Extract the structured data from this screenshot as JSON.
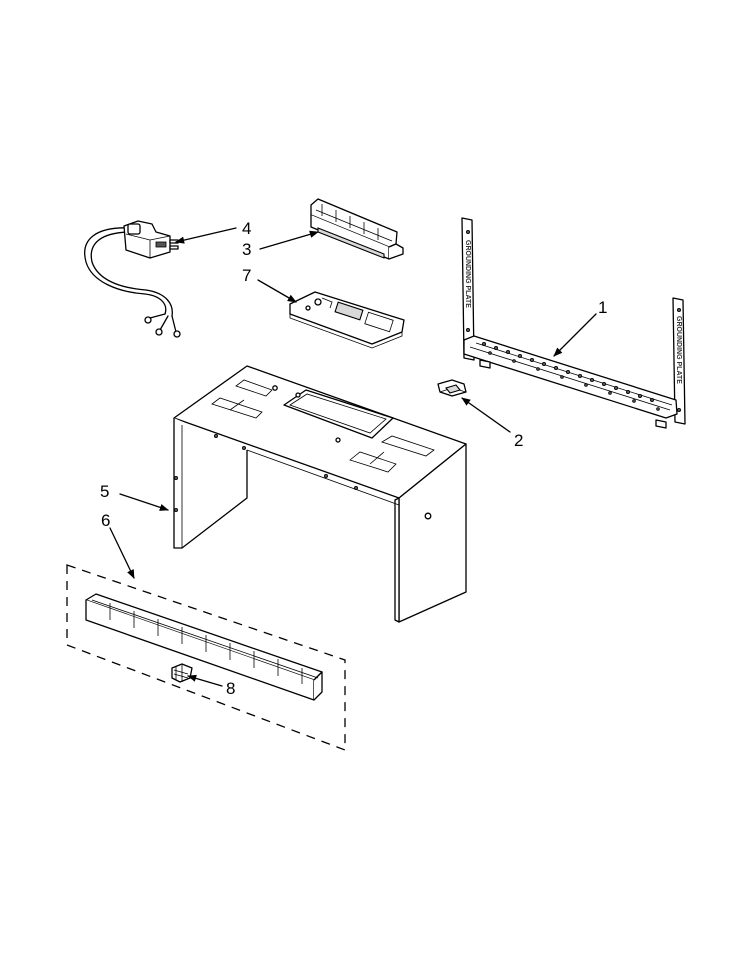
{
  "callouts": {
    "c1": "1",
    "c2": "2",
    "c3": "3",
    "c4": "4",
    "c5": "5",
    "c6": "6",
    "c7": "7",
    "c8": "8"
  },
  "bracket_stamp": {
    "left": "GROUNDING PLATE",
    "right": "GROUNDING PLATE"
  },
  "colors": {
    "line": "#000000",
    "background": "#ffffff"
  }
}
